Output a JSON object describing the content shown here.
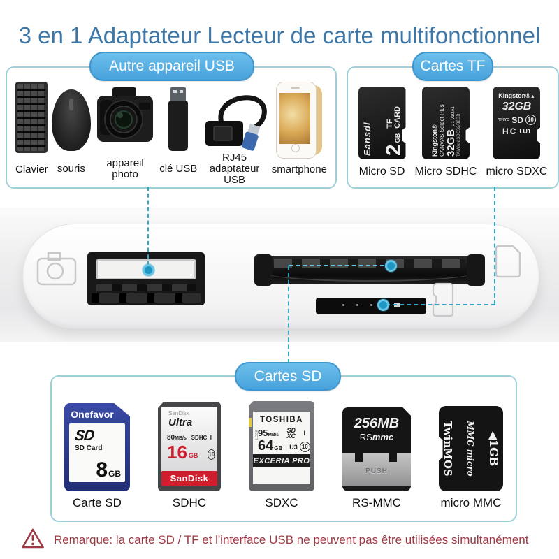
{
  "title": "3 en 1 Adaptateur Lecteur de carte multifonctionnel",
  "colors": {
    "title_blue": "#3d77a8",
    "pill_blue": "#55ade1",
    "box_border": "#9fd0da",
    "dash_teal": "#2fa6c2",
    "warning_red": "#9d3a43",
    "sandisk_red": "#cf1f2f",
    "onefavor_blue": "#2c3a8e"
  },
  "usb_box": {
    "label": "Autre appareil USB",
    "items": [
      {
        "icon": "keyboard-icon",
        "label": "Clavier"
      },
      {
        "icon": "mouse-icon",
        "label": "souris"
      },
      {
        "icon": "camera-icon",
        "label": "appareil photo"
      },
      {
        "icon": "usb-flash-drive-icon",
        "label": "clé USB"
      },
      {
        "icon": "rj45-adapter-icon",
        "label": "RJ45 adaptateur USB"
      },
      {
        "icon": "smartphone-icon",
        "label": "smartphone"
      }
    ]
  },
  "tf_box": {
    "label": "Cartes TF",
    "cards": [
      {
        "caption": "Micro SD",
        "brand": "Eansdi",
        "capacity": "2",
        "unit": "GB",
        "type_line1": "TF",
        "type_line2": "CARD"
      },
      {
        "caption": "Micro SDHC",
        "brand": "Kingston®",
        "product": "CANVAS Select Plus",
        "capacity": "32GB",
        "specs": "U1 V10 A1",
        "micro_text": "TAIWAN SDCS2/32GB"
      },
      {
        "caption": "micro SDXC",
        "brand": "Kingston®",
        "logo_mark": "▲",
        "capacity": "32GB",
        "logo_micro": "micro",
        "logo_sd": "SD",
        "class_badge": "10",
        "logo_hc": "HC",
        "bus": "I U1"
      }
    ]
  },
  "adapter": {
    "icons": [
      "camera-outline-icon",
      "usb-a-port",
      "sd-card-slot",
      "sd-card-outline-icon",
      "tf-card-slot",
      "microsd-outline-icon"
    ]
  },
  "sd_box": {
    "label": "Cartes SD",
    "cards": [
      {
        "caption": "Carte SD",
        "brand": "Onefavor",
        "logo": "SD",
        "logo_sub": "SD Card",
        "capacity": "8",
        "unit": "GB"
      },
      {
        "caption": "SDHC",
        "brand_small": "SanDisk",
        "product": "Ultra",
        "speed": "80",
        "speed_unit": "MB/s",
        "logo": "SDHC",
        "bus": "I",
        "capacity": "16",
        "unit": "GB",
        "class_badge": "10",
        "banner": "SanDisk"
      },
      {
        "caption": "SDXC",
        "brand": "TOSHIBA",
        "lock": "LOCK",
        "speed": "95",
        "speed_unit": "MB/s",
        "logo_sd": "SD",
        "logo_xc": "XC",
        "bus": "I",
        "capacity": "64",
        "unit": "GB",
        "badge_u": "U3",
        "class_badge": "10",
        "banner": "EXCERIA PRO"
      },
      {
        "caption": "RS-MMC",
        "capacity": "256MB",
        "brand_rs": "RS",
        "brand_mmc": "mmc",
        "push": "PUSH"
      },
      {
        "caption": "micro MMC",
        "capacity": "◀1GB",
        "product": "MMC micro",
        "brand": "TwinMOS"
      }
    ]
  },
  "warning": {
    "text": "Remarque: la carte SD / TF et l'interface USB ne peuvent pas être utilisées simultanément"
  }
}
